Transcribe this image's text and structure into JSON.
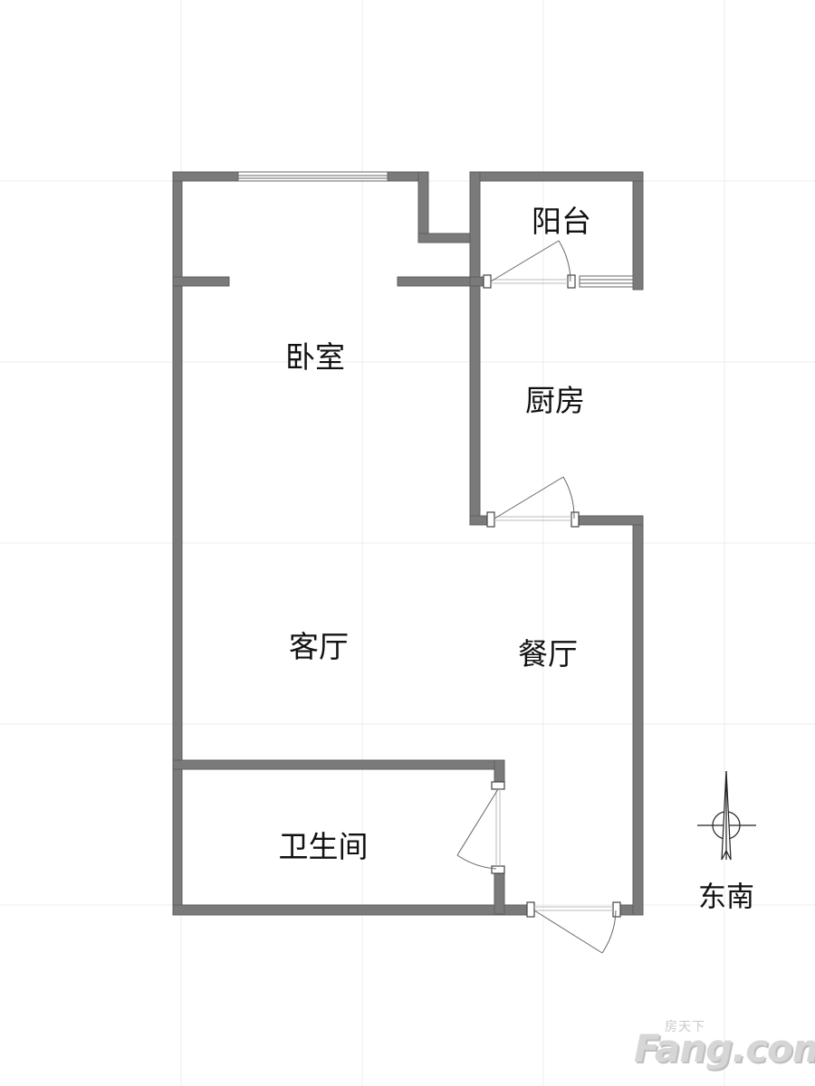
{
  "rooms": {
    "bedroom": "卧室",
    "balcony": "阳台",
    "kitchen": "厨房",
    "living_room": "客厅",
    "dining_room": "餐厅",
    "bathroom": "卫生间"
  },
  "compass": {
    "orientation_label": "东南",
    "icon": "north-arrow-icon"
  },
  "watermark": {
    "sub": "房天下",
    "main": "Fang.com"
  },
  "colors": {
    "wall": "#7a7a7a",
    "wall_edge": "#5f5f5f",
    "grid": "#ececec",
    "line": "#555555"
  }
}
